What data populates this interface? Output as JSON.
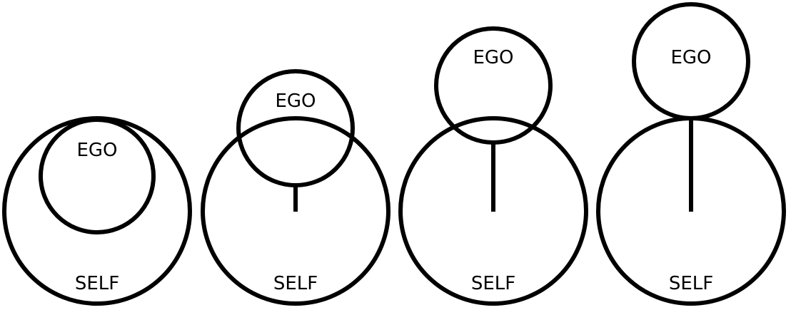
{
  "stages": [
    {
      "self_label": "SELF",
      "ego_label": "EGO"
    },
    {
      "self_label": "SELF",
      "ego_label": "EGO"
    },
    {
      "self_label": "SELF",
      "ego_label": "EGO"
    },
    {
      "self_label": "SELF",
      "ego_label": "EGO"
    }
  ]
}
